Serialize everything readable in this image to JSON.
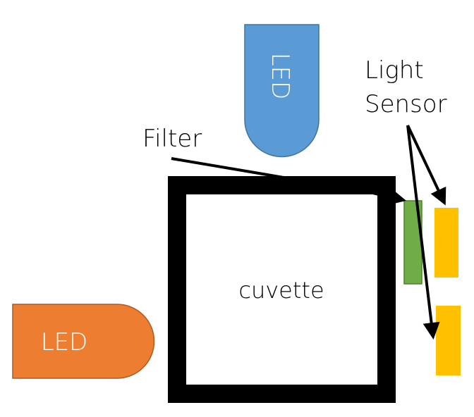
{
  "diagram": {
    "components": {
      "top_led": {
        "label": "LED",
        "color": "#5B9BD5",
        "edge": "#41719C",
        "text_color": "#FFFFFF"
      },
      "left_led": {
        "label": "LED",
        "color": "#ED7D31",
        "edge": "#AE5A21",
        "text_color": "#FFFFFF"
      },
      "cuvette": {
        "label": "cuvette",
        "border_color": "#000000"
      },
      "filter": {
        "color": "#70AD47",
        "edge": "#507E32"
      },
      "sensor_top": {
        "color": "#FFC000"
      },
      "sensor_bottom": {
        "color": "#FFC000"
      }
    },
    "annotations": {
      "filter_label": "Filter",
      "sensor_label_line1": "Light",
      "sensor_label_line2": "Sensor"
    },
    "arrows": [
      {
        "from": "filter_label",
        "to": "filter"
      },
      {
        "from": "sensor_label",
        "to": "sensor_top"
      },
      {
        "from": "sensor_label",
        "to": "sensor_bottom"
      }
    ]
  }
}
